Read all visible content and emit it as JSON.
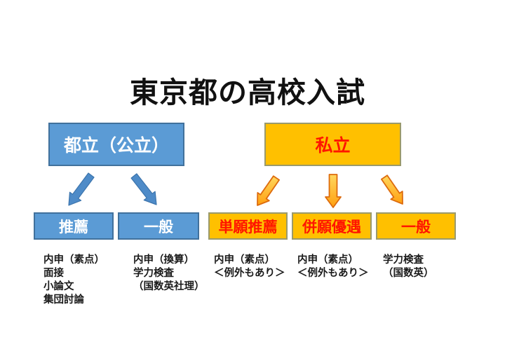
{
  "title": "東京都の高校入試",
  "colors": {
    "blue_fill": "#5B9BD5",
    "blue_border": "#41719C",
    "gold_fill": "#FFC000",
    "gold_border": "#9A9A6C",
    "red_text": "#FF1500",
    "white_text": "#FFFFFF",
    "detail_text": "#1A1A1A",
    "arrow_blue_fill": "#4E8BC8",
    "arrow_blue_stroke": "#3C74AC",
    "arrow_orange_light": "#FFD75E",
    "arrow_orange_dark": "#FFA010",
    "arrow_orange_stroke": "#DD6B0D"
  },
  "tree": {
    "public": {
      "label": "都立（公立）",
      "children": [
        {
          "label": "推薦",
          "details": [
            "内申（素点）",
            "面接",
            "小論文",
            "集団討論"
          ]
        },
        {
          "label": "一般",
          "details": [
            "内申（換算）",
            "学力検査",
            "（国数英社理）"
          ]
        }
      ]
    },
    "private": {
      "label": "私立",
      "children": [
        {
          "label": "単願推薦",
          "details": [
            "内申（素点）",
            "＜例外もあり＞"
          ]
        },
        {
          "label": "併願優遇",
          "details": [
            "内申（素点）",
            "＜例外もあり＞"
          ]
        },
        {
          "label": "一般",
          "details": [
            "学力検査",
            "（国数英）"
          ]
        }
      ]
    }
  }
}
